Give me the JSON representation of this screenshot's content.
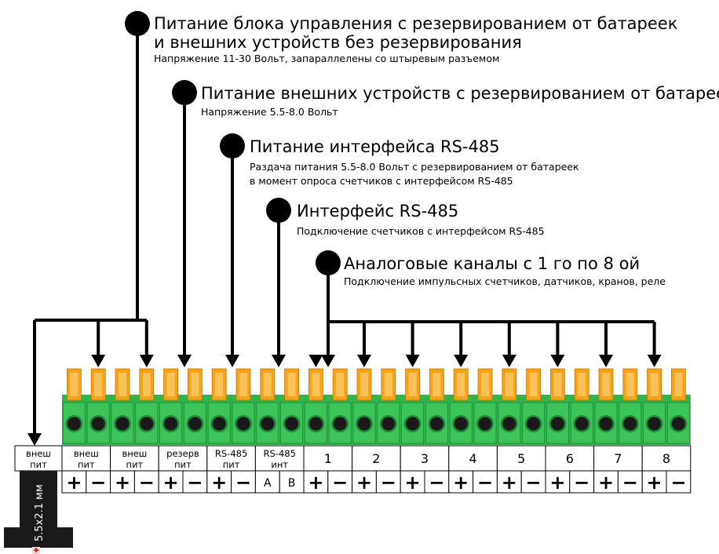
{
  "groups": [
    {
      "title": "Питание блока управления с резервированием от батареек",
      "title2": "и внешних устройств без резервирования",
      "sub": "Напряжение 11-30 Вольт, запараллелены со штыревым разъемом",
      "sub2": ""
    },
    {
      "title": "Питание внешних устройств с резервированием от батареек",
      "title2": "",
      "sub": "Напряжение 5.5-8.0 Вольт",
      "sub2": ""
    },
    {
      "title": "Питание интерфейса RS-485",
      "title2": "",
      "sub": "Раздача питания 5.5-8.0 Вольт с резервированием от батареек",
      "sub2": "в момент опроса счетчиков с интерфейсом RS-485"
    },
    {
      "title": "Интерфейс RS-485",
      "title2": "",
      "sub": "Подключение счетчиков с интерфейсом RS-485",
      "sub2": ""
    },
    {
      "title": "Аналоговые каналы с 1 го по 8 ой",
      "title2": "",
      "sub": "Подключение импульсных счетчиков, датчиков, кранов, реле",
      "sub2": ""
    }
  ],
  "labels": {
    "jack": [
      "внеш",
      "пит"
    ],
    "ext1": [
      "внеш",
      "пит"
    ],
    "ext2": [
      "внеш",
      "пит"
    ],
    "reserve": [
      "резерв",
      "пит"
    ],
    "rs_power": [
      "RS-485",
      "пит"
    ],
    "rs_int": [
      "RS-485",
      "инт"
    ]
  },
  "channels": [
    "1",
    "2",
    "3",
    "4",
    "5",
    "6",
    "7",
    "8"
  ],
  "signs": {
    "plus": "+",
    "minus": "−",
    "a": "A",
    "b": "B"
  },
  "jack_size": "5.5x2.1 мм",
  "colors": {
    "terminal_green": "#2fb34a",
    "pin_orange": "#f7a21b",
    "screw": "#1a1a1a",
    "ink": "#000000"
  }
}
